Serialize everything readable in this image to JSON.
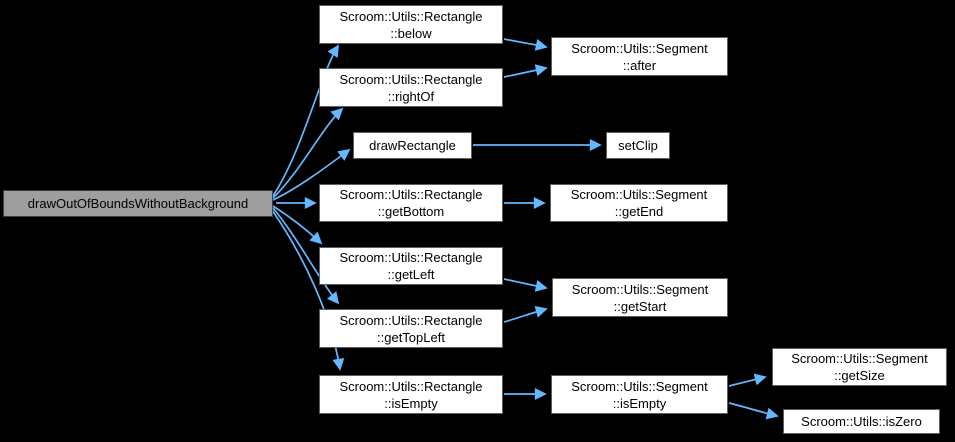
{
  "graph": {
    "type": "call-graph",
    "background_color": "#000000",
    "edge_color": "#63b8ff",
    "node_fill": "#ffffff",
    "node_border": "#5e5e5e",
    "highlight_fill": "#9e9e9e",
    "highlight_border": "#3d3d3d",
    "text_color": "#000000",
    "nodes": [
      {
        "id": "draw-out-of-bounds-without-background",
        "line1": "drawOutOfBoundsWithoutBackground",
        "line2": "",
        "highlight": true
      },
      {
        "id": "rectangle-below",
        "line1": "Scroom::Utils::Rectangle",
        "line2": "::below"
      },
      {
        "id": "rectangle-rightof",
        "line1": "Scroom::Utils::Rectangle",
        "line2": "::rightOf"
      },
      {
        "id": "segment-after",
        "line1": "Scroom::Utils::Segment",
        "line2": "::after"
      },
      {
        "id": "draw-rectangle",
        "line1": "drawRectangle",
        "line2": ""
      },
      {
        "id": "set-clip",
        "line1": "setClip",
        "line2": ""
      },
      {
        "id": "rectangle-getbottom",
        "line1": "Scroom::Utils::Rectangle",
        "line2": "::getBottom"
      },
      {
        "id": "segment-getend",
        "line1": "Scroom::Utils::Segment",
        "line2": "::getEnd"
      },
      {
        "id": "rectangle-getleft",
        "line1": "Scroom::Utils::Rectangle",
        "line2": "::getLeft"
      },
      {
        "id": "rectangle-gettopleft",
        "line1": "Scroom::Utils::Rectangle",
        "line2": "::getTopLeft"
      },
      {
        "id": "segment-getstart",
        "line1": "Scroom::Utils::Segment",
        "line2": "::getStart"
      },
      {
        "id": "rectangle-isempty",
        "line1": "Scroom::Utils::Rectangle",
        "line2": "::isEmpty"
      },
      {
        "id": "segment-isempty",
        "line1": "Scroom::Utils::Segment",
        "line2": "::isEmpty"
      },
      {
        "id": "segment-getsize",
        "line1": "Scroom::Utils::Segment",
        "line2": "::getSize"
      },
      {
        "id": "is-zero",
        "line1": "Scroom::Utils::isZero",
        "line2": ""
      }
    ],
    "edges": [
      {
        "from": "draw-out-of-bounds-without-background",
        "to": "rectangle-below"
      },
      {
        "from": "draw-out-of-bounds-without-background",
        "to": "rectangle-rightof"
      },
      {
        "from": "draw-out-of-bounds-without-background",
        "to": "draw-rectangle"
      },
      {
        "from": "draw-out-of-bounds-without-background",
        "to": "rectangle-getbottom"
      },
      {
        "from": "draw-out-of-bounds-without-background",
        "to": "rectangle-getleft"
      },
      {
        "from": "draw-out-of-bounds-without-background",
        "to": "rectangle-gettopleft"
      },
      {
        "from": "draw-out-of-bounds-without-background",
        "to": "rectangle-isempty"
      },
      {
        "from": "rectangle-below",
        "to": "segment-after"
      },
      {
        "from": "rectangle-rightof",
        "to": "segment-after"
      },
      {
        "from": "draw-rectangle",
        "to": "set-clip"
      },
      {
        "from": "rectangle-getbottom",
        "to": "segment-getend"
      },
      {
        "from": "rectangle-getleft",
        "to": "segment-getstart"
      },
      {
        "from": "rectangle-gettopleft",
        "to": "segment-getstart"
      },
      {
        "from": "rectangle-isempty",
        "to": "segment-isempty"
      },
      {
        "from": "segment-isempty",
        "to": "segment-getsize"
      },
      {
        "from": "segment-isempty",
        "to": "is-zero"
      }
    ]
  }
}
